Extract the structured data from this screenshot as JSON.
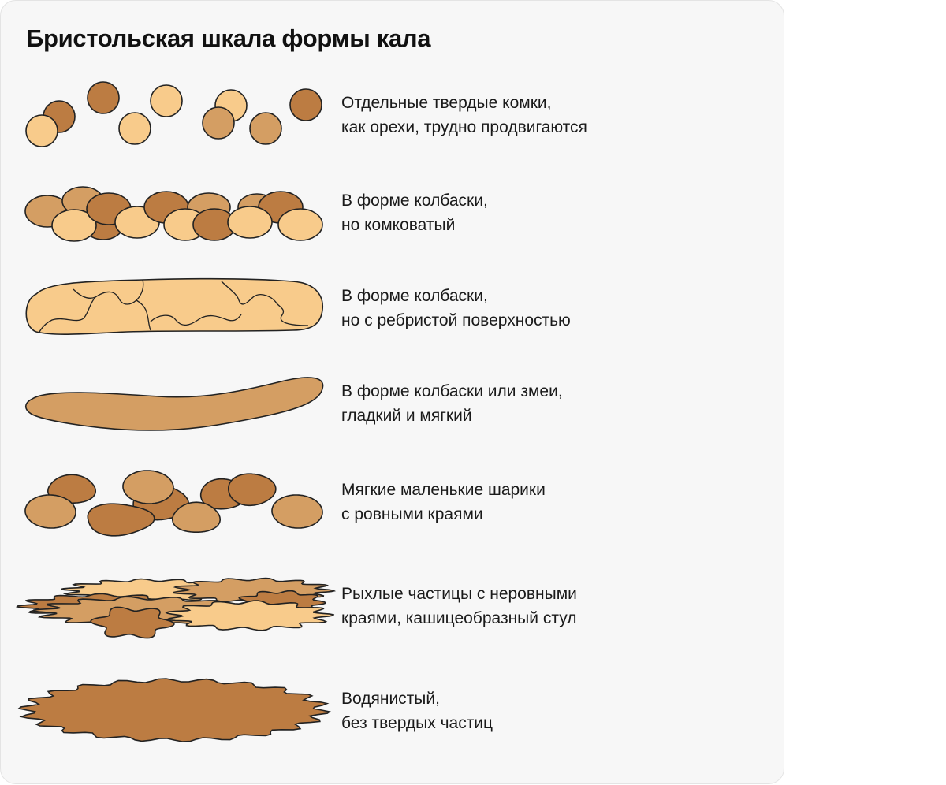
{
  "title": "Бристольская шкала формы кала",
  "colors": {
    "light": "#f8cb8b",
    "medium": "#d49e63",
    "dark": "#bc7c42",
    "outline": "#222222",
    "card": "#f7f7f7"
  },
  "types": [
    {
      "line1": "Отдельные твердые комки,",
      "line2": "как орехи, трудно продвигаются"
    },
    {
      "line1": "В форме колбаски,",
      "line2": "но комковатый"
    },
    {
      "line1": "В форме колбаски,",
      "line2": "но с ребристой поверхностью"
    },
    {
      "line1": "В форме колбаски или змеи,",
      "line2": "гладкий и мягкий"
    },
    {
      "line1": "Мягкие маленькие шарики",
      "line2": "с ровными краями"
    },
    {
      "line1": "Рыхлые частицы с неровными",
      "line2": "краями, кашицеобразный стул"
    },
    {
      "line1": "Водянистый,",
      "line2": "без твердых частиц"
    }
  ]
}
